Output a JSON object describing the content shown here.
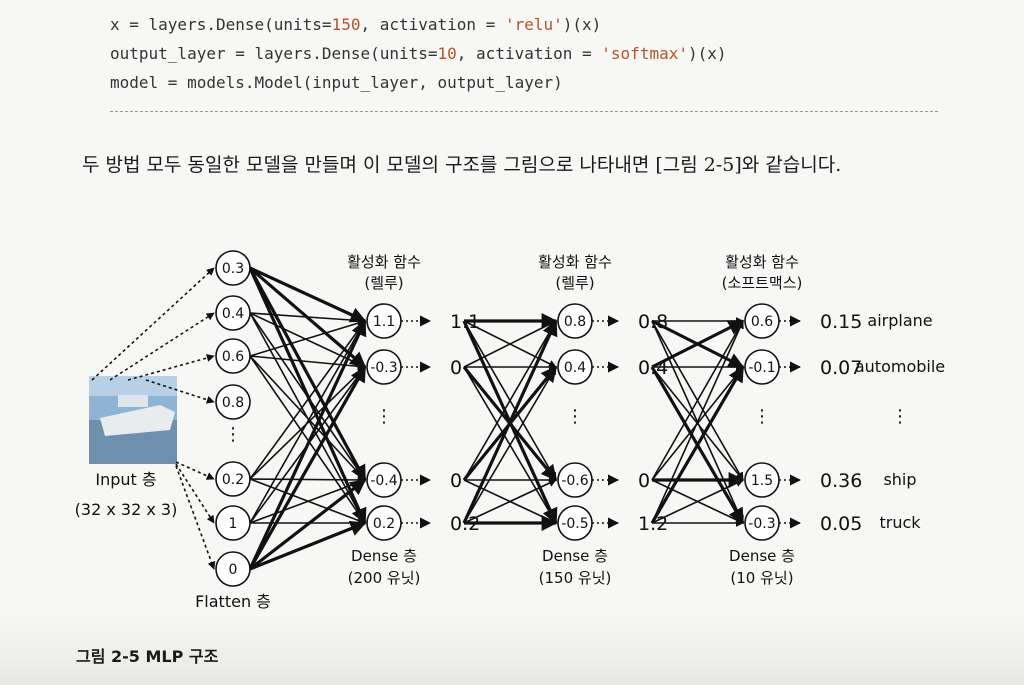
{
  "code": {
    "line1": {
      "a": "x = layers.Dense(units=",
      "num": "150",
      "b": ", activation = ",
      "str": "'relu'",
      "c": ")(x)"
    },
    "line2": {
      "a": "output_layer = layers.Dense(units=",
      "num": "10",
      "b": ", activation = ",
      "str": "'softmax'",
      "c": ")(x)"
    },
    "line3": "model = models.Model(input_layer, output_layer)"
  },
  "paragraph": "두 방법 모두 동일한 모델을 만들며 이 모델의 구조를 그림으로 나타내면 [그림 2-5]와 같습니다.",
  "figure": {
    "caption": "그림 2-5 MLP 구조",
    "input_label": "Input 층",
    "input_shape": "(32 x 32 x 3)",
    "flatten_label": "Flatten 층",
    "flatten_values": [
      "0.3",
      "0.4",
      "0.6",
      "0.8",
      "0.2",
      "1",
      "0"
    ],
    "layer1": {
      "act_title": "활성화 함수",
      "act_name": "(렐루)",
      "nodes": [
        "1.1",
        "-0.3",
        "-0.4",
        "0.2"
      ],
      "outputs": [
        "1.1",
        "0",
        "0",
        "0.2"
      ],
      "name": "Dense 층",
      "units": "(200 유닛)"
    },
    "layer2": {
      "act_title": "활성화 함수",
      "act_name": "(렐루)",
      "nodes": [
        "0.8",
        "0.4",
        "-0.6",
        "-0.5"
      ],
      "outputs": [
        "0.8",
        "0.4",
        "0",
        "1.2"
      ],
      "name": "Dense 층",
      "units": "(150 유닛)"
    },
    "layer3": {
      "act_title": "활성화 함수",
      "act_name": "(소프트맥스)",
      "nodes": [
        "0.6",
        "-0.1",
        "1.5",
        "-0.3"
      ],
      "outputs": [
        "0.15",
        "0.07",
        "0.36",
        "0.05"
      ],
      "name": "Dense 층",
      "units": "(10 유닛)"
    },
    "classes": [
      "airplane",
      "automobile",
      "ship",
      "truck"
    ],
    "ellipsis": "⋮"
  }
}
